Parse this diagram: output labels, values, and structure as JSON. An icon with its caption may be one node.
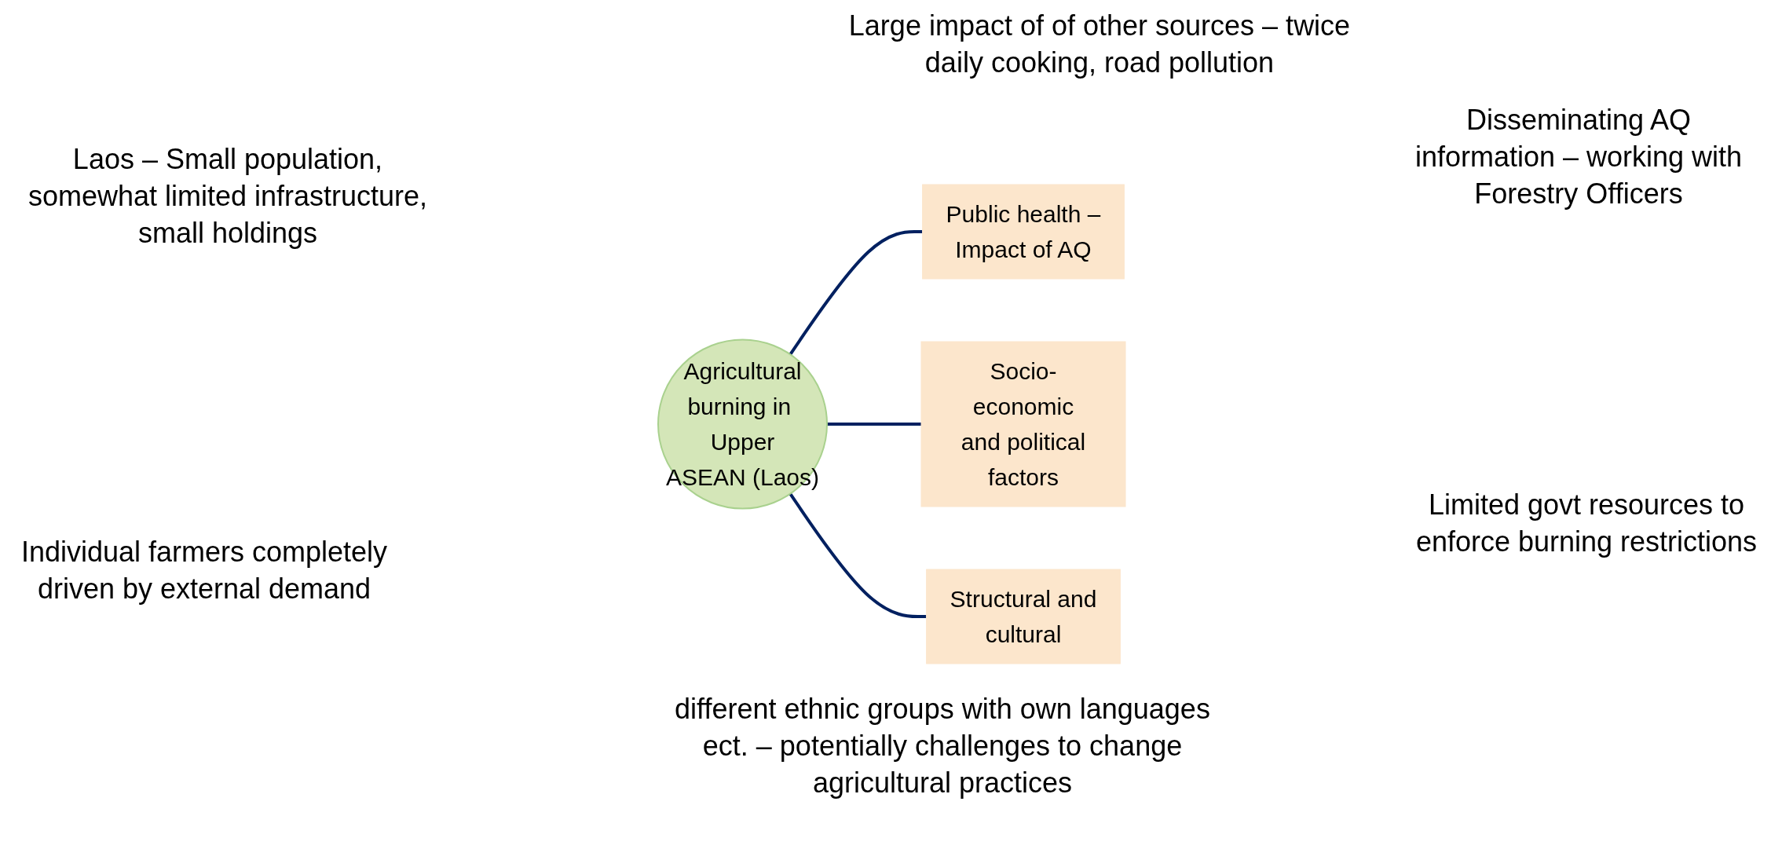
{
  "diagram": {
    "nodes": [
      {
        "text": [
          "Public health – Impact of AQ"
        ]
      },
      {
        "text": [
          "Socio-economic and political factors"
        ]
      },
      {
        "text": [
          "Agricultural burning in Upper ASEAN (Laos)"
        ]
      },
      {
        "text": [
          "Structural and cultural"
        ]
      }
    ],
    "edges": [
      {
        "from": 2,
        "to": 0,
        "arrow": "none"
      },
      {
        "from": 2,
        "to": 1,
        "arrow": "none"
      },
      {
        "from": 2,
        "to": 3,
        "arrow": "none"
      }
    ],
    "labels": [
      "Large impact of of other sources – twice daily cooking, road pollution",
      "Disseminating AQ information – working with Forestry Officers",
      "Laos – Small population, somewhat limited infrastructure, small holdings",
      "Limited govt resources to enforce burning restrictions",
      "Individual farmers completely driven by external demand",
      "different ethnic groups with own languages ect. – potentially challenges to change agricultural practices"
    ]
  }
}
